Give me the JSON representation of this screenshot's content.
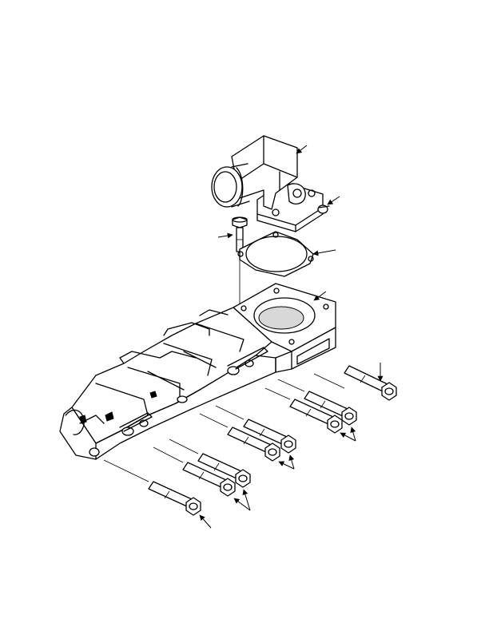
{
  "figure": {
    "kind": "exploded-view parts illustration",
    "parts": [
      "thermostat-housing",
      "housing-capscrew",
      "housing-bolt",
      "housing-gasket",
      "exhaust-manifold",
      "rear-manifold-bolt",
      "manifold-bolt-pair-rear",
      "manifold-bolt-pair-middle",
      "manifold-bolt-pair-front",
      "front-manifold-bolt"
    ],
    "line_color": "#000000",
    "background_color": "#ffffff"
  }
}
